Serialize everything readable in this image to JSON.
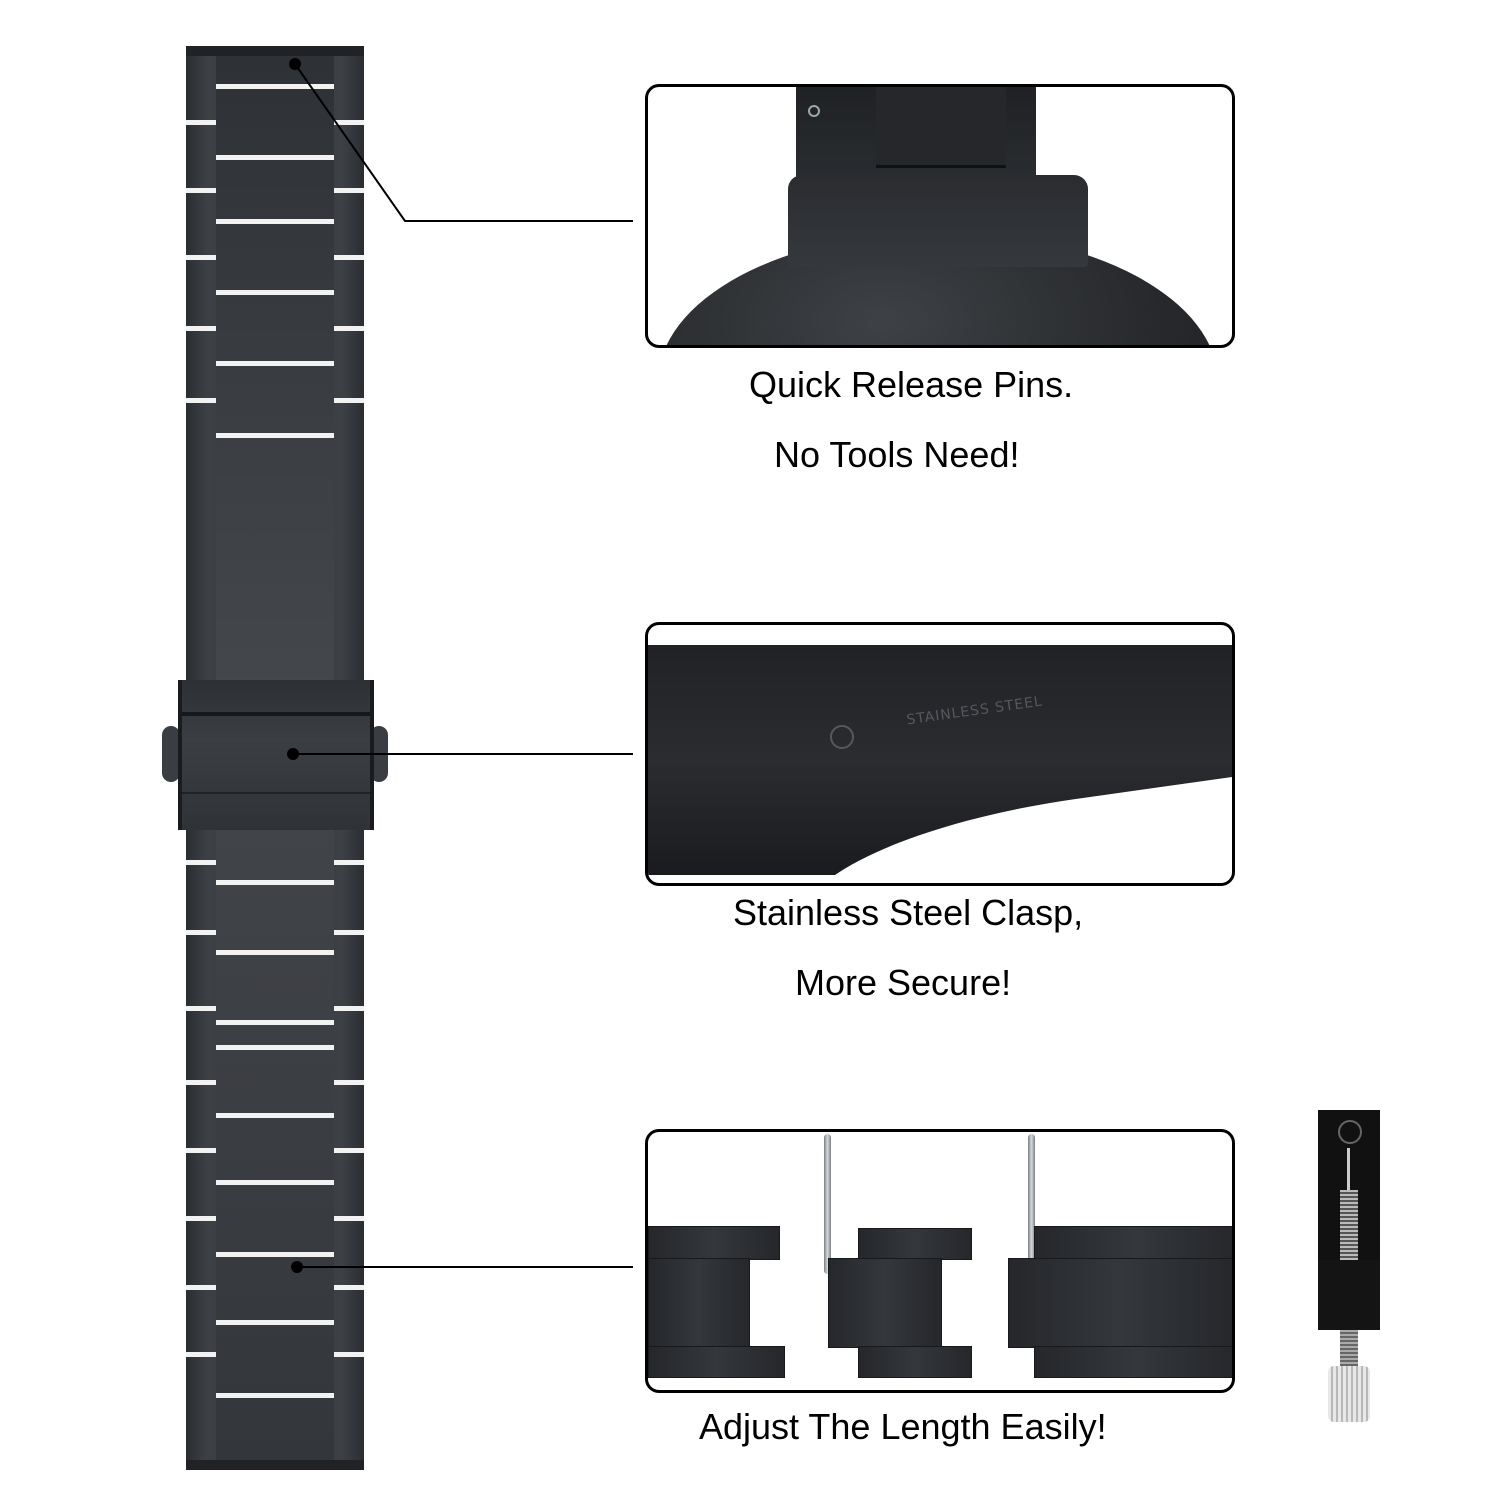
{
  "product": {
    "subject": "stainless steel watch band",
    "band_color": "#35383d",
    "accent_text_color": "#000000"
  },
  "callouts": [
    {
      "id": "quick-release",
      "image": "quick-release-pin-closeup",
      "caption_line1": "Quick Release Pins.",
      "caption_line2": "No Tools Need!"
    },
    {
      "id": "clasp",
      "image": "butterfly-clasp-closeup",
      "engraving": "STAINLESS STEEL",
      "caption_line1": "Stainless Steel Clasp,",
      "caption_line2": "More Secure!"
    },
    {
      "id": "adjust-length",
      "image": "removable-links-with-pins",
      "caption_line1": "Adjust The Length Easily!"
    }
  ],
  "accessories": {
    "tool": "link-removal-tool"
  }
}
